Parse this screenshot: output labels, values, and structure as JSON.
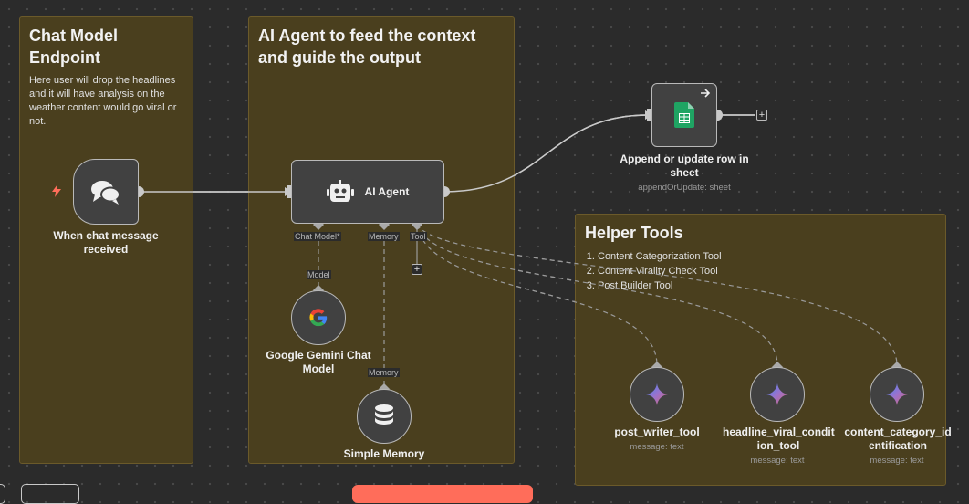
{
  "sticky_chat": {
    "title": "Chat Model Endpoint",
    "description": "Here user will drop the headlines and it will have analysis on the weather content would go viral or not."
  },
  "sticky_agent": {
    "title": "AI Agent to feed the context and guide the output"
  },
  "sticky_helper": {
    "title": "Helper Tools",
    "items": [
      "Content Categorization Tool",
      "Content Virality Check Tool",
      "Post Builder Tool"
    ]
  },
  "nodes": {
    "chat_trigger": {
      "label": "When chat message received",
      "icon": "chat-bubbles-icon"
    },
    "ai_agent": {
      "label": "AI Agent",
      "icon": "robot-icon"
    },
    "sheets": {
      "label": "Append or update row in sheet",
      "sublabel": "appendOrUpdate: sheet",
      "icon": "google-sheets-icon"
    },
    "gemini": {
      "label": "Google Gemini Chat Model",
      "icon": "google-g-icon"
    },
    "memory": {
      "label": "Simple Memory",
      "icon": "database-icon"
    },
    "post_writer": {
      "label": "post_writer_tool",
      "sublabel": "message: text",
      "icon": "gemini-sparkle-icon"
    },
    "headline_viral": {
      "label": "headline_viral_condit ion_tool",
      "sublabel": "message: text",
      "icon": "gemini-sparkle-icon"
    },
    "content_category": {
      "label": "content_category_id entification",
      "sublabel": "message: text",
      "icon": "gemini-sparkle-icon"
    }
  },
  "ports": {
    "chat_model": "Chat Model*",
    "memory": "Memory",
    "tool": "Tool",
    "model": "Model",
    "memory_in": "Memory"
  },
  "plus_symbol": "+",
  "colors": {
    "sticky_bg": "#4a3f1e",
    "canvas_bg": "#2b2b2b",
    "node_bg": "#414141",
    "accent": "#ff6d5a"
  }
}
